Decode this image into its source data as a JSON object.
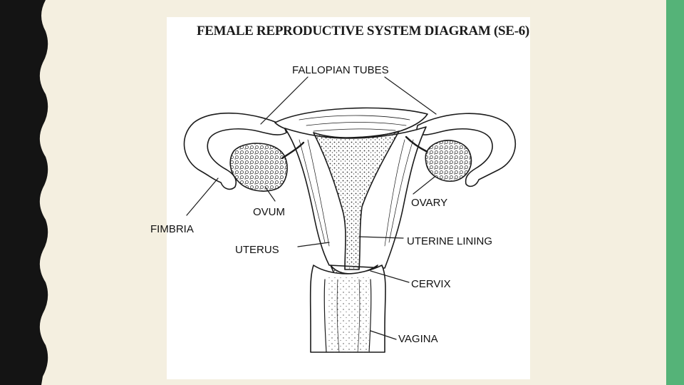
{
  "slide": {
    "title": "FEMALE REPRODUCTIVE SYSTEM DIAGRAM (SE-6)"
  },
  "labels": {
    "fallopian_tubes": "FALLOPIAN TUBES",
    "ovum": "OVUM",
    "ovary": "OVARY",
    "fimbria": "FIMBRIA",
    "uterus": "UTERUS",
    "uterine_lining": "UTERINE LINING",
    "cervix": "CERVIX",
    "vagina": "VAGINA"
  },
  "colors": {
    "background": "#f4efe0",
    "left_border": "#141414",
    "accent_bar": "#55b378",
    "card": "#ffffff",
    "ink": "#1b1b1b"
  }
}
